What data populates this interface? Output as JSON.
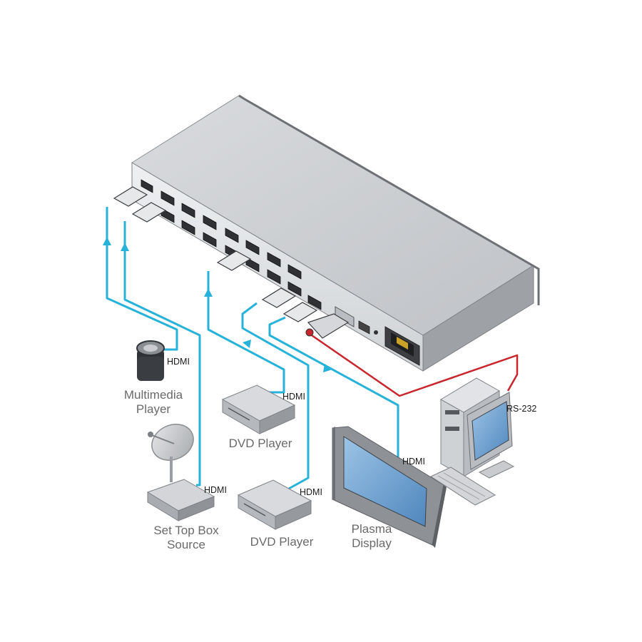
{
  "colors": {
    "hdmi_cable": "#27b3d9",
    "rs232_cable": "#c8262c",
    "device_gray": "#c9cbce",
    "device_dark": "#6d7074"
  },
  "devices": {
    "multimedia_player": {
      "label_line1": "Multimedia",
      "label_line2": "Player",
      "icon": "media-player-icon"
    },
    "set_top_box": {
      "label_line1": "Set Top Box",
      "label_line2": "Source",
      "icon": "satellite-dish-icon"
    },
    "dvd_player_top": {
      "label": "DVD Player",
      "icon": "dvd-player-icon"
    },
    "dvd_player_bottom": {
      "label": "DVD Player",
      "icon": "dvd-player-icon"
    },
    "plasma_display": {
      "label_line1": "Plasma",
      "label_line2": "Display",
      "icon": "plasma-display-icon"
    },
    "pc": {
      "icon": "computer-icon"
    }
  },
  "connections": {
    "hdmi": "HDMI",
    "rs232": "RS-232"
  }
}
